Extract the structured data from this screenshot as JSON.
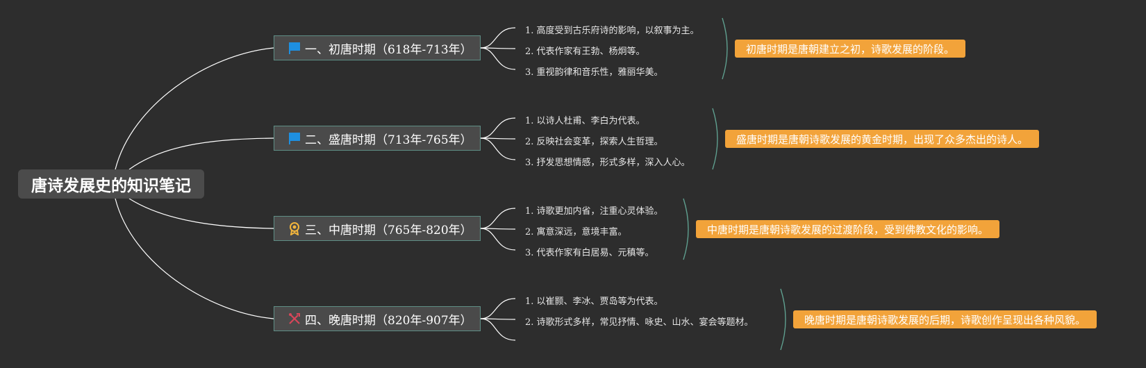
{
  "root": {
    "title": "唐诗发展史的知识笔记"
  },
  "branches": [
    {
      "label": "一、初唐时期（618年-713年）",
      "icon": "blue-flag-icon",
      "items": [
        "1. 高度受到古乐府诗的影响，以叙事为主。",
        "2. 代表作家有王勃、杨炯等。",
        "3. 重视韵律和音乐性，雅丽华美。"
      ],
      "summary": "初唐时期是唐朝建立之初，诗歌发展的阶段。"
    },
    {
      "label": "二、盛唐时期（713年-765年）",
      "icon": "blue-flag-icon",
      "items": [
        "1. 以诗人杜甫、李白为代表。",
        "2. 反映社会变革，探索人生哲理。",
        "3. 抒发思想情感，形式多样，深入人心。"
      ],
      "summary": "盛唐时期是唐朝诗歌发展的黄金时期，出现了众多杰出的诗人。"
    },
    {
      "label": "三、中唐时期（765年-820年）",
      "icon": "award-ribbon-icon",
      "items": [
        "1. 诗歌更加内省，注重心灵体验。",
        "2. 寓意深远，意境丰富。",
        "3. 代表作家有白居易、元稹等。"
      ],
      "summary": "中唐时期是唐朝诗歌发展的过渡阶段，受到佛教文化的影响。"
    },
    {
      "label": "四、晚唐时期（820年-907年）",
      "icon": "crossed-tools-icon",
      "items": [
        "1. 以崔颢、李冰、贾岛等为代表。",
        "2. 诗歌形式多样，常见抒情、咏史、山水、宴会等题材。",
        ""
      ],
      "summary": "晚唐时期是唐朝诗歌发展的后期，诗歌创作呈现出各种风貌。"
    }
  ],
  "colors": {
    "background": "#2d2d2d",
    "root_fill": "#4b4b4b",
    "branch_fill": "#4a4a4a",
    "branch_border": "#5f8f86",
    "summary_fill": "#f2a33a",
    "connector": "#ffffff",
    "brace": "#5f9f8f",
    "flag_blue": "#1e8fe0",
    "award_gold": "#f2b53c",
    "tools_red": "#d9465a"
  }
}
